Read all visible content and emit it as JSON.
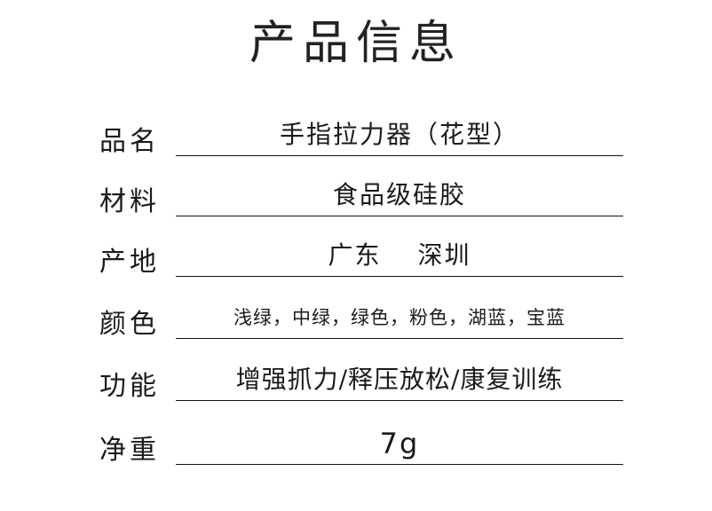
{
  "title": "产品信息",
  "rows": [
    {
      "label": "品名",
      "value": "手指拉力器（花型）"
    },
    {
      "label": "材料",
      "value": "食品级硅胶"
    },
    {
      "label": "产地",
      "value": "广东　 深圳"
    },
    {
      "label": "颜色",
      "value": "浅绿，中绿，绿色，粉色，湖蓝，宝蓝"
    },
    {
      "label": "功能",
      "value": "增强抓力/释压放松/康复训练"
    },
    {
      "label": "净重",
      "value": "7g"
    }
  ]
}
